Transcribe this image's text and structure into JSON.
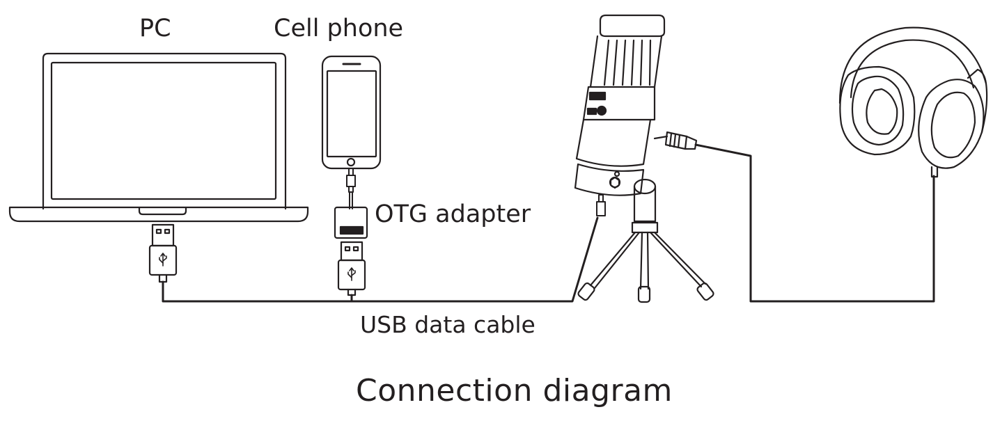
{
  "title": "Connection diagram",
  "devices": {
    "pc": "PC",
    "cell_phone": "Cell phone",
    "otg_adapter": "OTG adapter",
    "usb_cable": "USB data cable"
  },
  "icons": [
    "laptop-icon",
    "cell-phone-icon",
    "otg-adapter-icon",
    "usb-plug-icon",
    "usb-symbol-icon",
    "microphone-icon",
    "tripod-stand-icon",
    "audio-jack-icon",
    "headphones-icon"
  ],
  "colors": {
    "line": "#231f20",
    "background": "#ffffff"
  }
}
